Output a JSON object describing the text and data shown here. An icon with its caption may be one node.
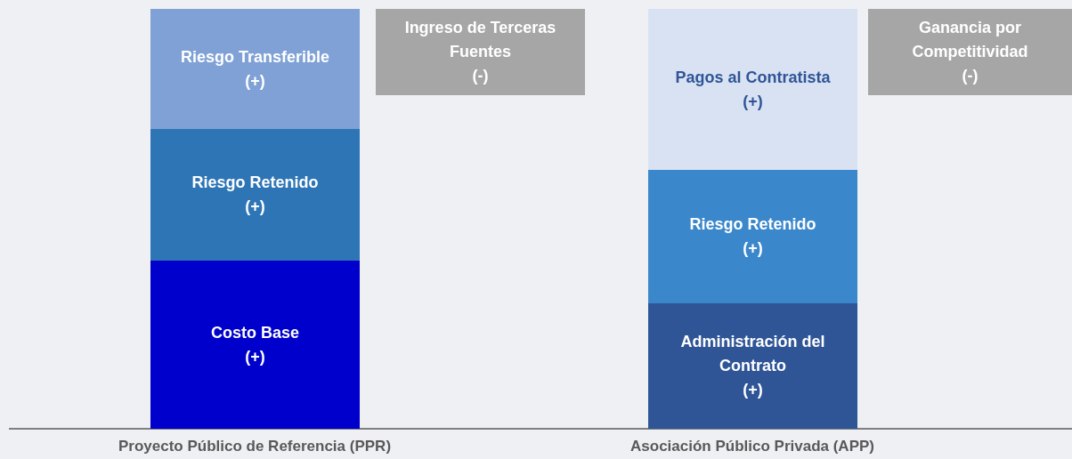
{
  "diagram": {
    "nodes": [
      {
        "text": [
          "Riesgo Transferible",
          "(+)"
        ]
      },
      {
        "text": [
          "Riesgo Retenido",
          "(+)"
        ]
      },
      {
        "text": [
          "Costo Base",
          "(+)"
        ]
      },
      {
        "text": [
          "Ingreso de Terceras Fuentes",
          "(-)"
        ]
      },
      {
        "text": [
          "Pagos al Contratista",
          "(+)"
        ]
      },
      {
        "text": [
          "Riesgo Retenido",
          "(+)"
        ]
      },
      {
        "text": [
          "Administración del Contrato",
          "(+)"
        ]
      },
      {
        "text": [
          "Ganancia por Competitividad",
          "(-)"
        ]
      }
    ],
    "labels": [
      "Proyecto Público de Referencia (PPR)",
      "Asociación Público Privada (APP)"
    ]
  }
}
